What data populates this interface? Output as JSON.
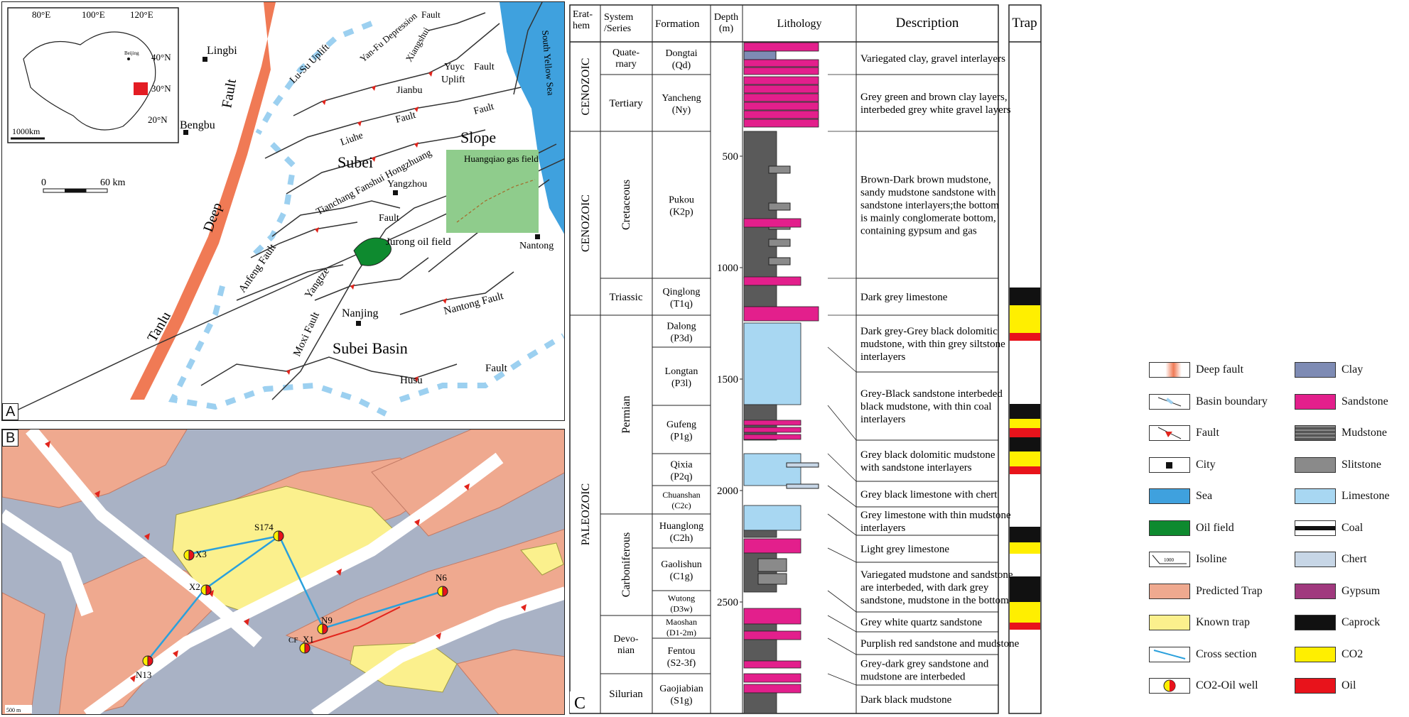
{
  "panel_a": {
    "label": "A",
    "places": {
      "lingbi": "Lingbi",
      "bengbu": "Bengbu",
      "yangzhou": "Yangzhou",
      "nantong": "Nantong",
      "nanjing": "Nanjing",
      "huangqiao": "Huangqiao gas field",
      "jurong": "Jurong oil field",
      "subei": "Subei",
      "slope": "Slope",
      "subei_basin": "Subei Basin",
      "south_yellow_sea": "South Yellow Sea",
      "fault": "Fault",
      "deep": "Deep",
      "tanlu": "Tanlu",
      "lusu": "Lu-Su Uplift",
      "yanfu": "Yan-Fu Depression",
      "xiangshui": "Xiangshui",
      "fault_top": "Fault",
      "yuyc": "Yuyc",
      "yuyc_fault": "Fault",
      "uplift": "Uplift",
      "jianbu": "Jianbu",
      "liuhe": "Liuhe",
      "liuhe_fault": "Fault",
      "tianchang": "Tianchang Fanshui Hongzhuang",
      "tianchang_fault": "Fault",
      "fault_mid": "Fault",
      "anfeng": "Anfeng Fault",
      "yangtze": "Yangtze",
      "moxi": "Moxi Fault",
      "nantong_fault": "Nantong Fault",
      "husu": "Husu",
      "fault_bottom": "Fault"
    },
    "inset": {
      "lon1": "80°E",
      "lon2": "100°E",
      "lon3": "120°E",
      "lat1": "40°N",
      "lat2": "30°N",
      "lat3": "20°N",
      "beijing": "Beijing",
      "scale": "1000km"
    },
    "scale": {
      "zero": "0",
      "sixty": "60 km"
    }
  },
  "panel_b": {
    "label": "B",
    "wells": {
      "x3": "X3",
      "x2": "X2",
      "s174": "S174",
      "n9": "N9",
      "x1": "X1",
      "cf": "CF",
      "n6": "N6",
      "n13": "N13"
    },
    "scale": "500 m"
  },
  "column": {
    "label": "C",
    "headers": {
      "erathem": "Erat-hem",
      "system": "System /Series",
      "formation": "Formation",
      "depth": "Depth (m)",
      "lithology": "Lithology",
      "description": "Description",
      "trap": "Trap"
    },
    "erathems": [
      "CENOZOIC",
      "CENOZOIC",
      "PALEOZOIC"
    ],
    "systems": [
      "Quate-rnary",
      "Tertiary",
      "Cretaceous",
      "Triassic",
      "Permian",
      "Carboniferous",
      "Devo-nian",
      "Silurian"
    ],
    "formations": [
      {
        "name": "Dongtai",
        "code": "(Qd)"
      },
      {
        "name": "Yancheng",
        "code": "(Ny)"
      },
      {
        "name": "Pukou",
        "code": "(K2p)"
      },
      {
        "name": "Qinglong",
        "code": "(T1q)"
      },
      {
        "name": "Dalong",
        "code": "(P3d)"
      },
      {
        "name": "Longtan",
        "code": "(P3l)"
      },
      {
        "name": "Gufeng",
        "code": "(P1g)"
      },
      {
        "name": "Qixia",
        "code": "(P2q)"
      },
      {
        "name": "Chuanshan",
        "code": "(C2c)"
      },
      {
        "name": "Huanglong",
        "code": "(C2h)"
      },
      {
        "name": "Gaolishun",
        "code": "(C1g)"
      },
      {
        "name": "Wutong",
        "code": "(D3w)"
      },
      {
        "name": "Maoshan",
        "code": "(D1-2m)"
      },
      {
        "name": "Fentou",
        "code": "(S2-3f)"
      },
      {
        "name": "Gaojiabian",
        "code": "(S1g)"
      }
    ],
    "depths": [
      "500",
      "1000",
      "1500",
      "2000",
      "2500"
    ],
    "descriptions": [
      "Variegated clay, gravel interlayers",
      "Grey green and brown clay layers,\ninterbeded grey white gravel layers",
      "Brown-Dark brown mudstone,\nsandy mudstone sandstone with\nsandstone interlayers;the bottom\nis mainly conglomerate bottom,\ncontaining gypsum and gas",
      "Dark  grey limestone",
      "Dark grey-Grey black dolomitic\nmudstone, with thin grey siltstone\ninterlayers",
      "Grey-Black sandstone interbeded\nblack mudstone, with thin coal\ninterlayers",
      "Grey black dolomitic mudstone\nwith sandstone interlayers",
      "Grey black limestone with chert",
      "Grey limestone with thin mudstone\ninterlayers",
      "Light grey limestone",
      "Variegated mudstone and sandstone\nare interbeded, with dark grey\nsandstone, mudstone in the bottom",
      "Grey white quartz sandstone",
      "Purplish red sandstone and mudstone",
      "Grey-dark grey sandstone and\nmudstone are interbeded",
      "Dark black mudstone"
    ]
  },
  "legend": {
    "left": [
      "Deep fault",
      "Basin boundary",
      "Fault",
      "City",
      "Sea",
      "Oil field",
      "Isoline",
      "Predicted Trap",
      "Known trap",
      "Cross section",
      "CO2-Oil well"
    ],
    "right": [
      "Clay",
      "Sandstone",
      "Mudstone",
      "Slitstone",
      "Limestone",
      "Coal",
      "Chert",
      "Gypsum",
      "Caprock",
      "CO2",
      "Oil"
    ],
    "isoline_tag": "1000"
  },
  "colors": {
    "sea": "#3fa1de",
    "oil_field": "#0e8a2f",
    "predicted_trap": "#efa98f",
    "known_trap": "#fbf08d",
    "sandstone": "#e31f8c",
    "limestone": "#a8d7f2",
    "co2": "#ffef00",
    "oil": "#e8131b",
    "mudstone": "#5a5a5a"
  }
}
